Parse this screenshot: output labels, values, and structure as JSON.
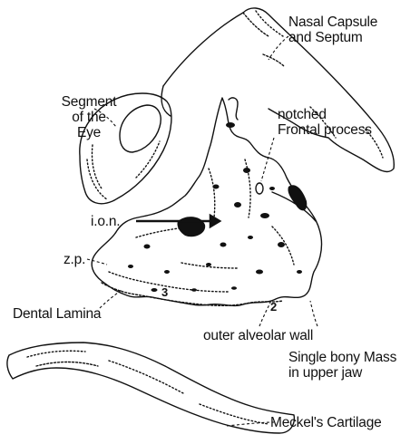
{
  "labels": {
    "nasal_capsule": [
      "Nasal Capsule",
      "and Septum"
    ],
    "segment_eye": [
      "Segment",
      "of the",
      "Eye"
    ],
    "frontal_process": [
      "notched",
      "Frontal process"
    ],
    "ion": "i.o.n.",
    "zp": "z.p.",
    "dental_lamina": "Dental Lamina",
    "outer_alveolar": "outer alveolar wall",
    "bony_mass": [
      "Single bony Mass",
      "in upper jaw"
    ],
    "meckels": "Meckel's Cartilage",
    "num_2": "2",
    "num_3": "3"
  },
  "colors": {
    "ink": "#111111",
    "paper": "#ffffff"
  }
}
